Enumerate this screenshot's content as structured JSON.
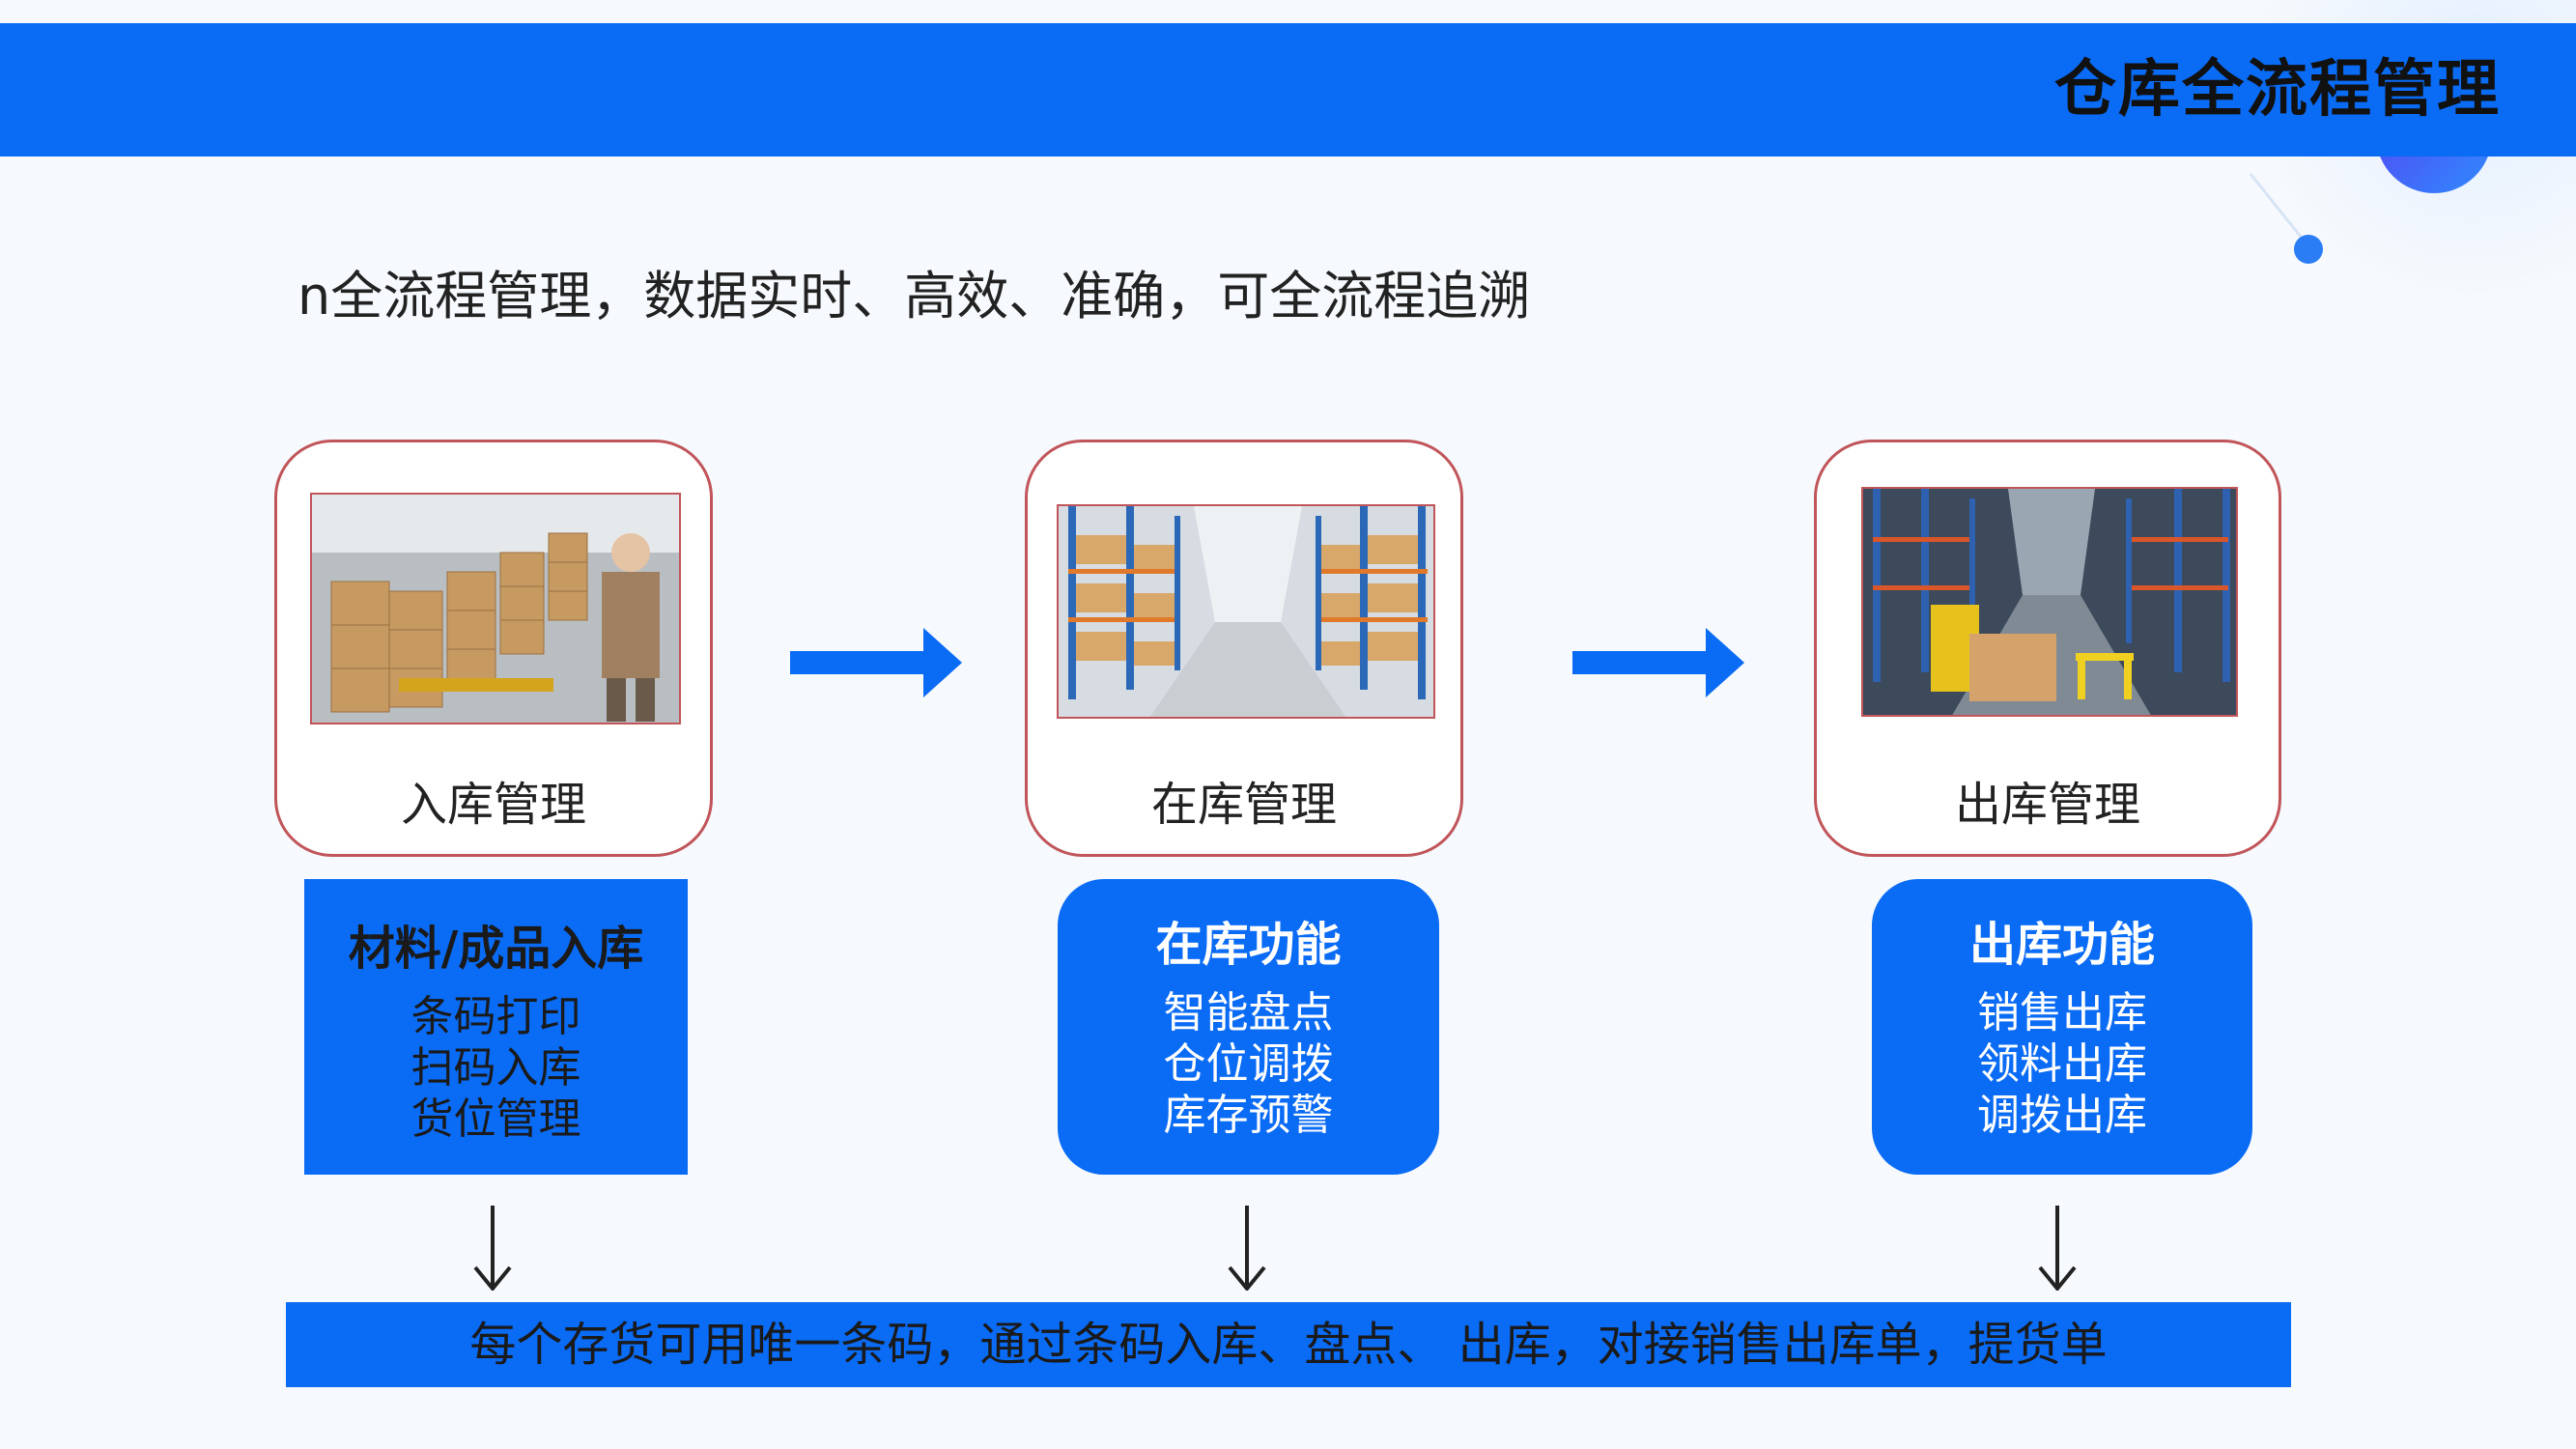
{
  "header": {
    "title": "仓库全流程管理"
  },
  "subtitle": "n全流程管理，数据实时、高效、准确，可全流程追溯",
  "stages": [
    {
      "label": "入库管理",
      "photo": "warehouse-inbound-photo"
    },
    {
      "label": "在库管理",
      "photo": "warehouse-shelves-photo"
    },
    {
      "label": "出库管理",
      "photo": "warehouse-forklift-photo"
    }
  ],
  "functions": [
    {
      "title": "材料/成品入库",
      "items": [
        "条码打印",
        "扫码入库",
        "货位管理"
      ]
    },
    {
      "title": "在库功能",
      "items": [
        "智能盘点",
        "仓位调拨",
        "库存预警"
      ]
    },
    {
      "title": "出库功能",
      "items": [
        "销售出库",
        "领料出库",
        "调拨出库"
      ]
    }
  ],
  "footer": "每个存货可用唯一条码，通过条码入库、盘点、 出库，对接销售出库单，提货单",
  "colors": {
    "accent": "#0a6bf5",
    "card_border": "#c0555a",
    "background": "#f6f9fd"
  },
  "icons": [
    "arrow-right-icon",
    "arrow-down-icon"
  ]
}
